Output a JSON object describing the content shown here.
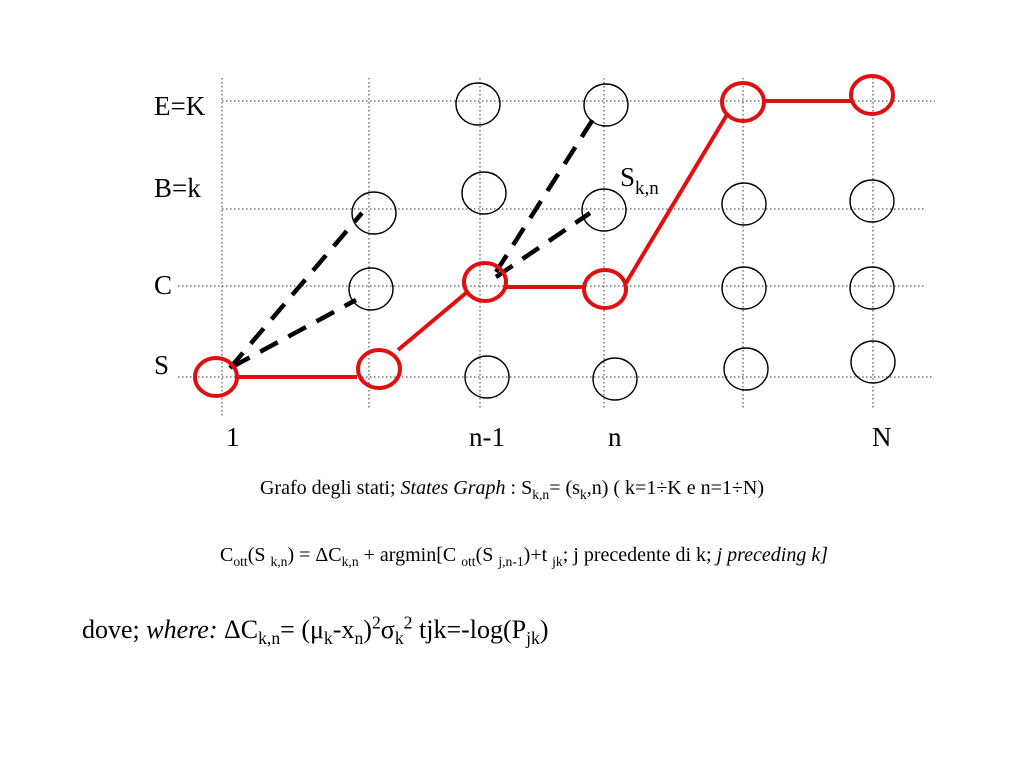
{
  "diagram": {
    "row_labels": [
      "E=K",
      "B=k",
      "C",
      "S"
    ],
    "col_labels": [
      "1",
      "n-1",
      "n",
      "N"
    ],
    "node_label": {
      "main": "S",
      "sub": "k,n"
    },
    "colors": {
      "path": "#e01010",
      "dashed": "#000000",
      "grid": "#555555",
      "node": "#000000"
    }
  },
  "caption1": {
    "t1": "Grafo degli stati; ",
    "t2": "States Graph",
    "t3": " : S",
    "t4": "k,n",
    "t5": "= (s",
    "t6": "k",
    "t7": ",n)   ( k=1÷K e n=1÷N)"
  },
  "caption2": {
    "t1": "C",
    "t2": "ott",
    "t3": "(S ",
    "t4": "k,n",
    "t5": ") =  ΔC",
    "t6": "k,n",
    "t7": " + argmin[C ",
    "t8": "ott",
    "t9": "(S ",
    "t10": "j,n-1",
    "t11": ")+t ",
    "t12": "jk",
    "t13": ";  j precedente di k; ",
    "t14": "j preceding k]"
  },
  "caption3": {
    "t1": "dove; ",
    "t2": "where:",
    "t3": " ΔC",
    "t4": "k,n",
    "t5": "= (μ",
    "t6": "k",
    "t7": "-x",
    "t8": "n",
    "t9": ")",
    "t10": "2",
    "t11": "σ",
    "t12": "k",
    "t13": "2",
    "t14": "   tjk=-log(P",
    "t15": "jk",
    "t16": ")"
  }
}
